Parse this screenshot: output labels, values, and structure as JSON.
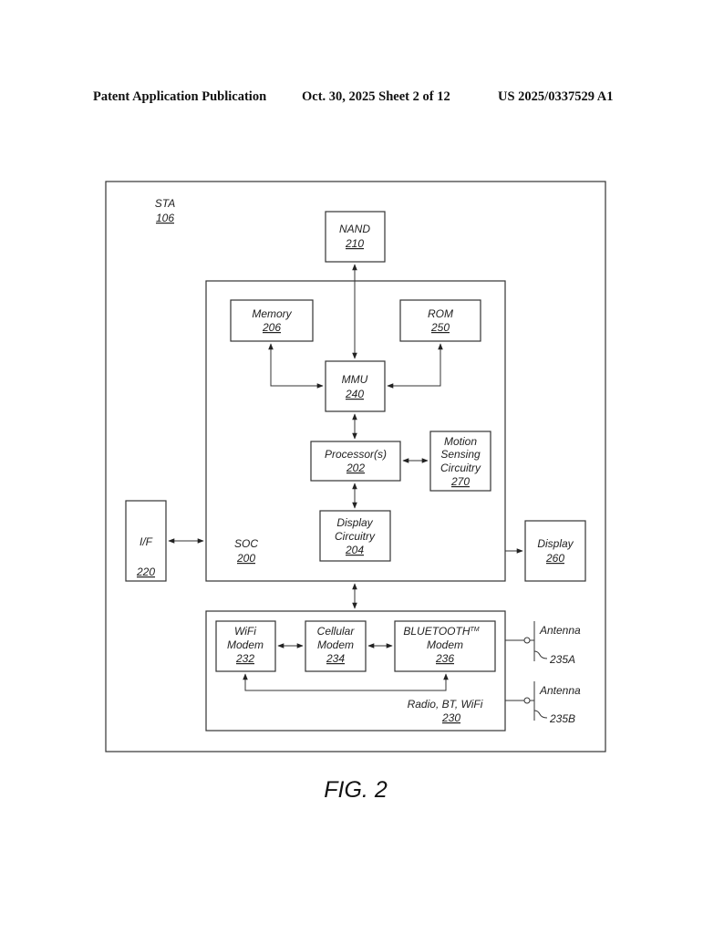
{
  "header": {
    "left": "Patent Application Publication",
    "center": "Oct. 30, 2025  Sheet 2 of 12",
    "right": "US 2025/0337529 A1"
  },
  "figure": {
    "caption": "FIG. 2",
    "blocks": {
      "sta": {
        "name": "STA",
        "ref": "106"
      },
      "nand": {
        "name": "NAND",
        "ref": "210"
      },
      "soc": {
        "name": "SOC",
        "ref": "200"
      },
      "memory": {
        "name": "Memory",
        "ref": "206"
      },
      "rom": {
        "name": "ROM",
        "ref": "250"
      },
      "mmu": {
        "name": "MMU",
        "ref": "240"
      },
      "processor": {
        "name": "Processor(s)",
        "ref": "202"
      },
      "motion": {
        "name_lines": [
          "Motion",
          "Sensing",
          "Circuitry"
        ],
        "ref": "270"
      },
      "display_circuitry": {
        "name_lines": [
          "Display",
          "Circuitry"
        ],
        "ref": "204"
      },
      "interface": {
        "name": "I/F",
        "ref": "220"
      },
      "display": {
        "name": "Display",
        "ref": "260"
      },
      "radio": {
        "name": "Radio, BT, WiFi",
        "ref": "230"
      },
      "wifi_modem": {
        "name_lines": [
          "WiFi",
          "Modem"
        ],
        "ref": "232"
      },
      "cellular_modem": {
        "name_lines": [
          "Cellular",
          "Modem"
        ],
        "ref": "234"
      },
      "bt_modem": {
        "name": "BLUETOOTH",
        "superscript": "TM",
        "name2": "Modem",
        "ref": "236"
      },
      "antenna_a": {
        "name": "Antenna",
        "ref": "235A"
      },
      "antenna_b": {
        "name": "Antenna",
        "ref": "235B"
      }
    }
  }
}
